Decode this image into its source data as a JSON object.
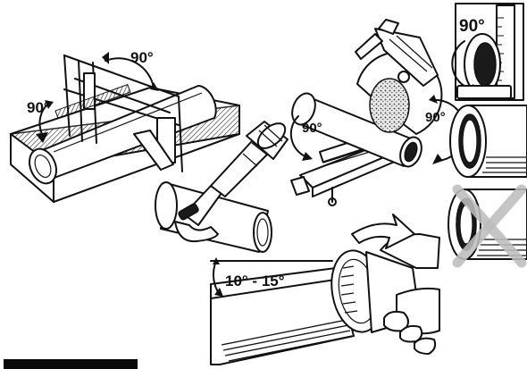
{
  "labels": {
    "miter_left": "90°",
    "miter_top": "90°",
    "saw_left": "90°",
    "saw_right": "90°",
    "square_check": "90°",
    "chamfer": "10° - 15°"
  }
}
